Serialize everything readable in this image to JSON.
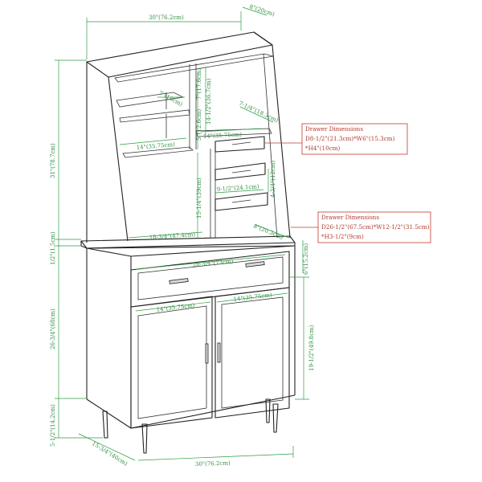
{
  "colors": {
    "outline": "#222222",
    "dimension": "#2e9e44",
    "callout": "#c0392b",
    "background": "#ffffff"
  },
  "dimensions": {
    "top_width": "30\"(76.2cm)",
    "top_depth": "8\"(20cm)",
    "hutch_height": "31\"(78.7cm)",
    "cubby_width": "7\"(18cm)",
    "cubby_height": "7\"(17.6cm)",
    "tall_opening_height": "14-1/2\"(36.7cm)",
    "small_cubby_height": "5\"(12.6cm)",
    "side_shelf": "7-1/4\"(18.3cm)",
    "shelf_width_left": "14\"(35.75cm)",
    "shelf_width_right": "14\"(35.75cm)",
    "center_height": "15-1/4\"(39cm)",
    "drawer_inner_width": "9-1/2\"(24.1cm)",
    "drawer_height": "4-3/4\"(12cm)",
    "counter_depth": "8\"(20.3cm)",
    "base_opening_width": "18-3/4\"(47.4cm)",
    "divider_thickness": "1/2\"(1.5cm)",
    "drawer_front_width": "28-3/4\"(73cm)",
    "drawer_front_height": "6\"(15.2cm)",
    "door_width_left": "14\"(35.75cm)",
    "door_width_right": "14\"(35.75cm)",
    "cabinet_height": "26-3/4\"(68cm)",
    "door_height": "19-1/2\"(49.8cm)",
    "leg_height": "5-1/2\"(14.2cm)",
    "bottom_depth": "15-3/4\"(40cm)",
    "bottom_width": "30\"(76.2cm)"
  },
  "callouts": {
    "small_drawers": {
      "title": "Drawer Dimensions",
      "line1": "D8-1/2\"(21.3cm)*W6\"(15.3cm)",
      "line2": "*H4\"(10cm)"
    },
    "large_drawer": {
      "title": "Drawer Dimensions",
      "line1": "D26-1/2\"(67.5cm)*W12-1/2\"(31.5cm)",
      "line2": "*H3-1/2\"(9cm)"
    }
  }
}
